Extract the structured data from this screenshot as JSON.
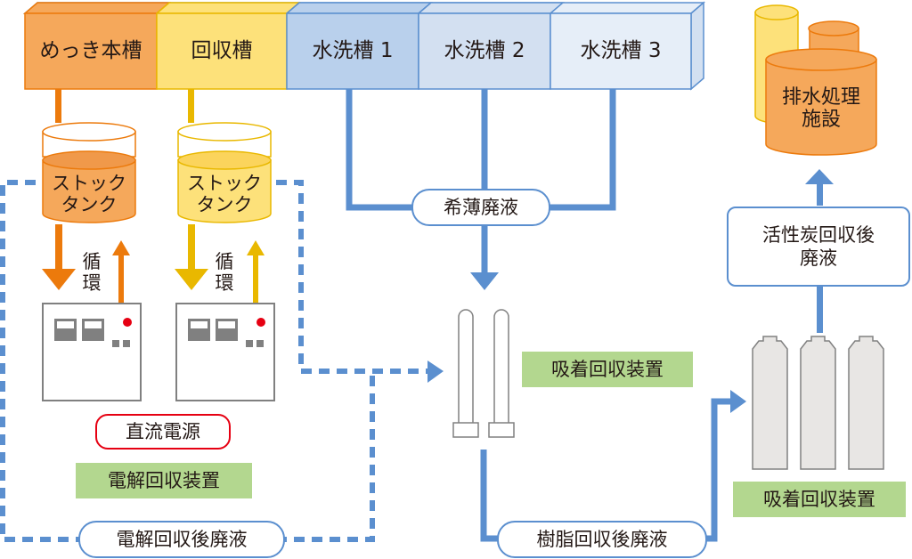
{
  "tanks": [
    {
      "label": "めっき本槽",
      "color": "#f5a85b",
      "border": "#ec7a0c"
    },
    {
      "label": "回収槽",
      "color": "#fde17a",
      "border": "#e9b800"
    },
    {
      "label": "水洗槽 1",
      "color": "#b9d0ec",
      "border": "#5b8fcf"
    },
    {
      "label": "水洗槽 2",
      "color": "#d3e0f1",
      "border": "#5b8fcf"
    },
    {
      "label": "水洗槽 3",
      "color": "#e6eef8",
      "border": "#5b8fcf"
    }
  ],
  "stock_tanks": [
    {
      "label_line1": "ストック",
      "label_line2": "タンク"
    },
    {
      "label_line1": "ストック",
      "label_line2": "タンク"
    }
  ],
  "circulation_label": [
    "循",
    "環"
  ],
  "dc_power_label": "直流電源",
  "electrolytic_unit_label": "電解回収装置",
  "dilute_waste_label": "希薄廃液",
  "adsorption_unit_1_label": "吸着回収装置",
  "adsorption_unit_2_label": "吸着回収装置",
  "electrolytic_waste_label": "電解回収後廃液",
  "resin_waste_label": "樹脂回収後廃液",
  "carbon_waste_label": {
    "line1": "活性炭回収後",
    "line2": "廃液"
  },
  "wastewater_facility_label": {
    "line1": "排水処理",
    "line2": "施設"
  },
  "colors": {
    "orange": "#ec7a0c",
    "yellow": "#e9b800",
    "blue": "#5b8fcf",
    "red": "#e60012",
    "green": "#b3d78f",
    "gray": "#808080"
  }
}
